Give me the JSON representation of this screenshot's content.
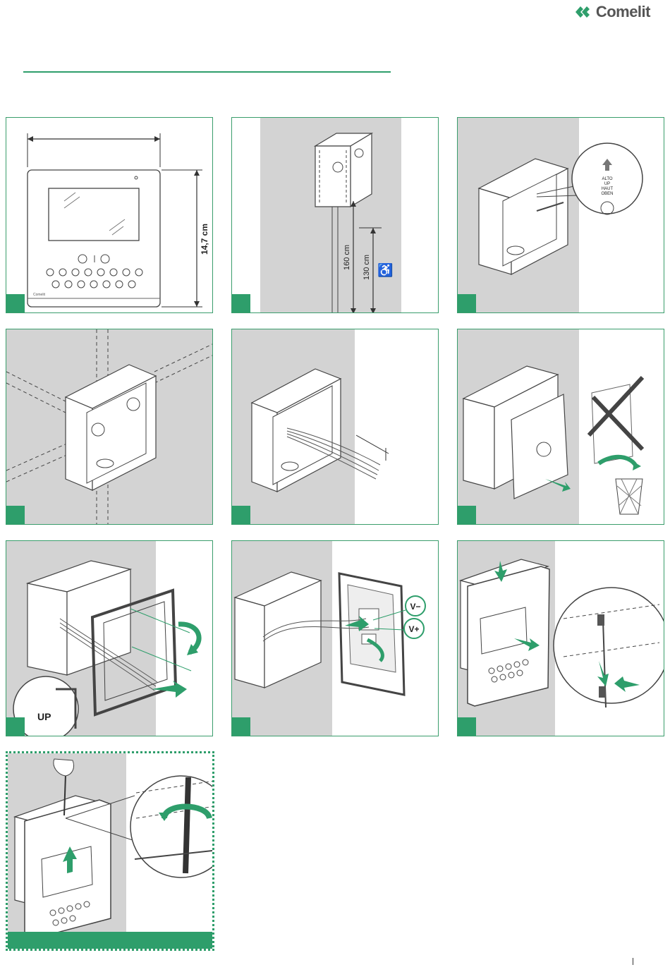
{
  "header": {
    "brand": "Comelit"
  },
  "panels": {
    "p1": {
      "height_label": "14,7 cm",
      "device_brand": "Comelit"
    },
    "p2": {
      "h1": "160 cm",
      "h2": "130 cm",
      "accessibility_symbol": "♿"
    },
    "p3": {
      "callout_lines": [
        "ALTO",
        "UP",
        "HAUT",
        "OBEN"
      ]
    },
    "p7": {
      "up_label": "UP"
    },
    "p8": {
      "vminus": "V−",
      "vplus": "V+"
    }
  },
  "colors": {
    "accent": "#2e9e6b",
    "wall": "#d3d3d3",
    "outline": "#444444"
  }
}
